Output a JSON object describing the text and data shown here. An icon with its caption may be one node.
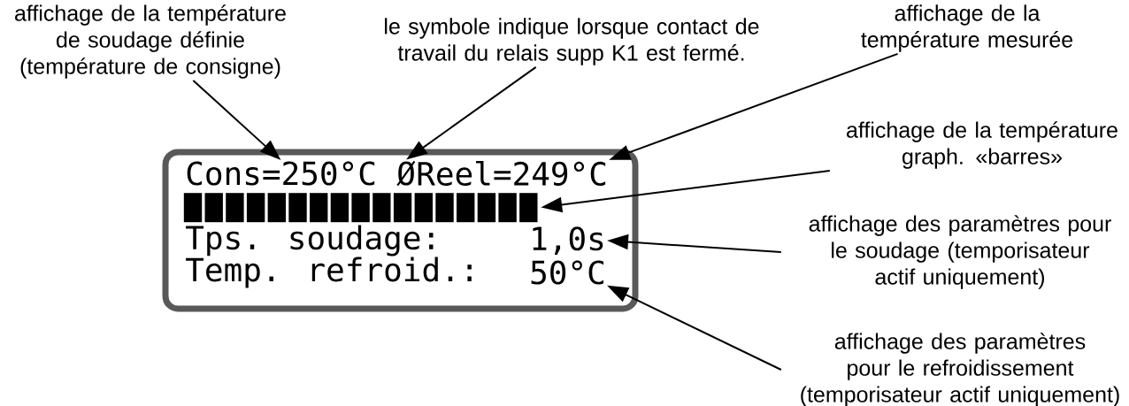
{
  "diagram": {
    "nodes": [
      {
        "text": [
          "affichage de la température de soudage définie (température de consigne)"
        ]
      },
      {
        "text": [
          "le symbole indique lorsque contact de travail du relais supp K1 est fermé."
        ]
      },
      {
        "text": [
          "affichage de la température mesurée"
        ]
      },
      {
        "text": [],
        "shape": "box"
      },
      {
        "text": [
          "Cons=250°C"
        ],
        "in": 3
      },
      {
        "text": [
          "Ø"
        ],
        "in": 3
      },
      {
        "text": [
          "Reel=249°C"
        ],
        "in": 3
      },
      {
        "text": [],
        "shape": "bar",
        "in": 3
      },
      {
        "text": [
          "Tps. soudage:"
        ],
        "in": 3
      },
      {
        "text": [
          "1,0s"
        ],
        "in": 3
      },
      {
        "text": [
          "Temp. refroid.:"
        ],
        "in": 3
      },
      {
        "text": [
          "50°C"
        ],
        "in": 3
      },
      {
        "text": [
          "affichage de la température graph. «barres»"
        ]
      },
      {
        "text": [
          "affichage des paramètres pour le soudage (temporisateur actif uniquement)"
        ]
      },
      {
        "text": [
          "affichage des paramètres pour le refroidissement (temporisateur actif uniquement)"
        ]
      }
    ],
    "edges": [
      {
        "from": 0,
        "to": 4,
        "arrow": "to"
      },
      {
        "from": 1,
        "to": 5,
        "arrow": "to"
      },
      {
        "from": 2,
        "to": 6,
        "arrow": "to"
      },
      {
        "from": 12,
        "to": 7,
        "arrow": "to"
      },
      {
        "from": 13,
        "to": 9,
        "arrow": "to"
      },
      {
        "from": 14,
        "to": 11,
        "arrow": "to"
      }
    ]
  }
}
